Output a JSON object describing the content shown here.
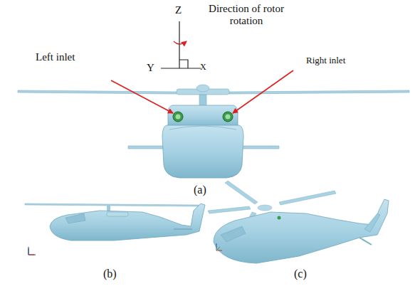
{
  "diagram": {
    "labels": [
      "Z",
      "Y",
      "X",
      "Direction of rotor rotation",
      "Left inlet",
      "Right inlet",
      "(a)",
      "(b)",
      "(c)"
    ]
  }
}
